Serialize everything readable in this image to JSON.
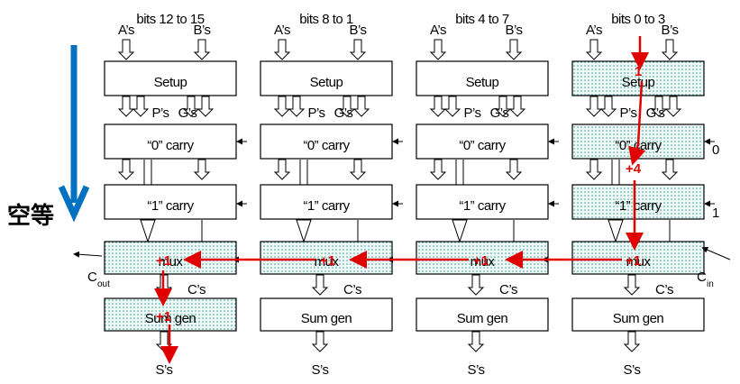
{
  "title_side": "空等",
  "columns": [
    {
      "bits": "bits 12 to 15",
      "inputs_a": "A’s",
      "inputs_b": "B’s",
      "pg_p": "P’s",
      "pg_g": "G’s",
      "setup": "Setup",
      "carry0": "“0” carry",
      "carry1": "“1” carry",
      "mux": "mux",
      "cs": "C’s",
      "sumgen": "Sum gen",
      "out": "S’s"
    },
    {
      "bits": "bits 8 to 1",
      "inputs_a": "A’s",
      "inputs_b": "B’s",
      "pg_p": "P’s",
      "pg_g": "G’s",
      "setup": "Setup",
      "carry0": "“0” carry",
      "carry1": "“1” carry",
      "mux": "mux",
      "cs": "C’s",
      "sumgen": "Sum gen",
      "out": "S’s"
    },
    {
      "bits": "bits 4 to 7",
      "inputs_a": "A’s",
      "inputs_b": "B’s",
      "pg_p": "P’s",
      "pg_g": "G’s",
      "setup": "Setup",
      "carry0": "“0” carry",
      "carry1": "“1” carry",
      "mux": "mux",
      "cs": "C’s",
      "sumgen": "Sum gen",
      "out": "S’s"
    },
    {
      "bits": "bits 0 to 3",
      "inputs_a": "A’s",
      "inputs_b": "B’s",
      "pg_p": "P’s",
      "pg_g": "G’s",
      "setup": "Setup",
      "carry0": "“0” carry",
      "carry1": "“1” carry",
      "mux": "mux",
      "cs": "C’s",
      "sumgen": "Sum gen",
      "out": "S’s"
    }
  ],
  "carry_in_0": "0",
  "carry_in_1": "1",
  "cout_label": "C",
  "cout_sub": "out",
  "cin_label": "C",
  "cin_sub": "in",
  "delays": {
    "setup": "1",
    "carry0": "+4",
    "mux": [
      "+1",
      "+1",
      "+1",
      "+1"
    ],
    "sumgen": "+1"
  },
  "colors": {
    "critical_path": "#e00000",
    "time_arrow": "#0070c0",
    "highlight": "#d8f0ee"
  }
}
